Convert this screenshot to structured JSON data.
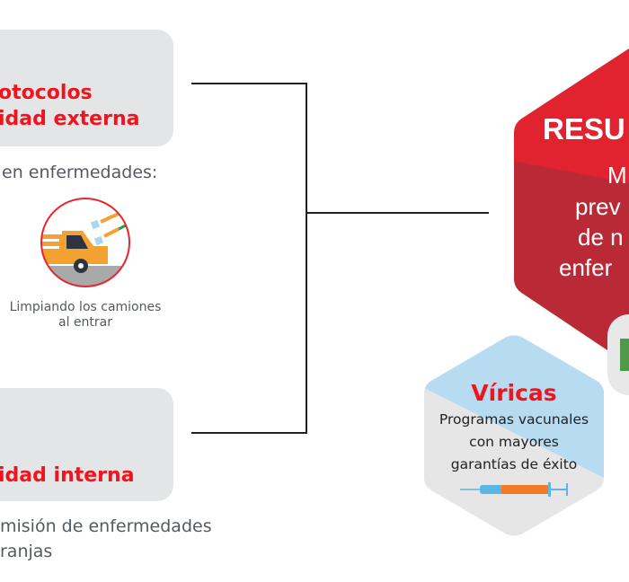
{
  "external": {
    "title_line1": "otocolos",
    "title_line2": "idad externa",
    "subtitle": "en enfermedades:",
    "icon": "truck-washing-icon",
    "caption_line1": "Limpiando los camiones",
    "caption_line2": "al entrar"
  },
  "internal": {
    "title": "idad interna",
    "desc_line1": "misión de enfermedades",
    "desc_line2": "ranjas"
  },
  "result": {
    "title": "RESU",
    "line1": "M",
    "line2": "prev",
    "line3": "de n",
    "line4": "enfer"
  },
  "viral": {
    "title": "Víricas",
    "line1": "Programas vacunales",
    "line2": "con mayores",
    "line3": "garantías de éxito",
    "icon": "syringe-icon"
  },
  "colors": {
    "red": "#f0141e",
    "hex_top": "#e1222f",
    "hex_bottom": "#b92a36",
    "blue": "#b7dcf1",
    "grey_box": "#e4e5e6"
  }
}
